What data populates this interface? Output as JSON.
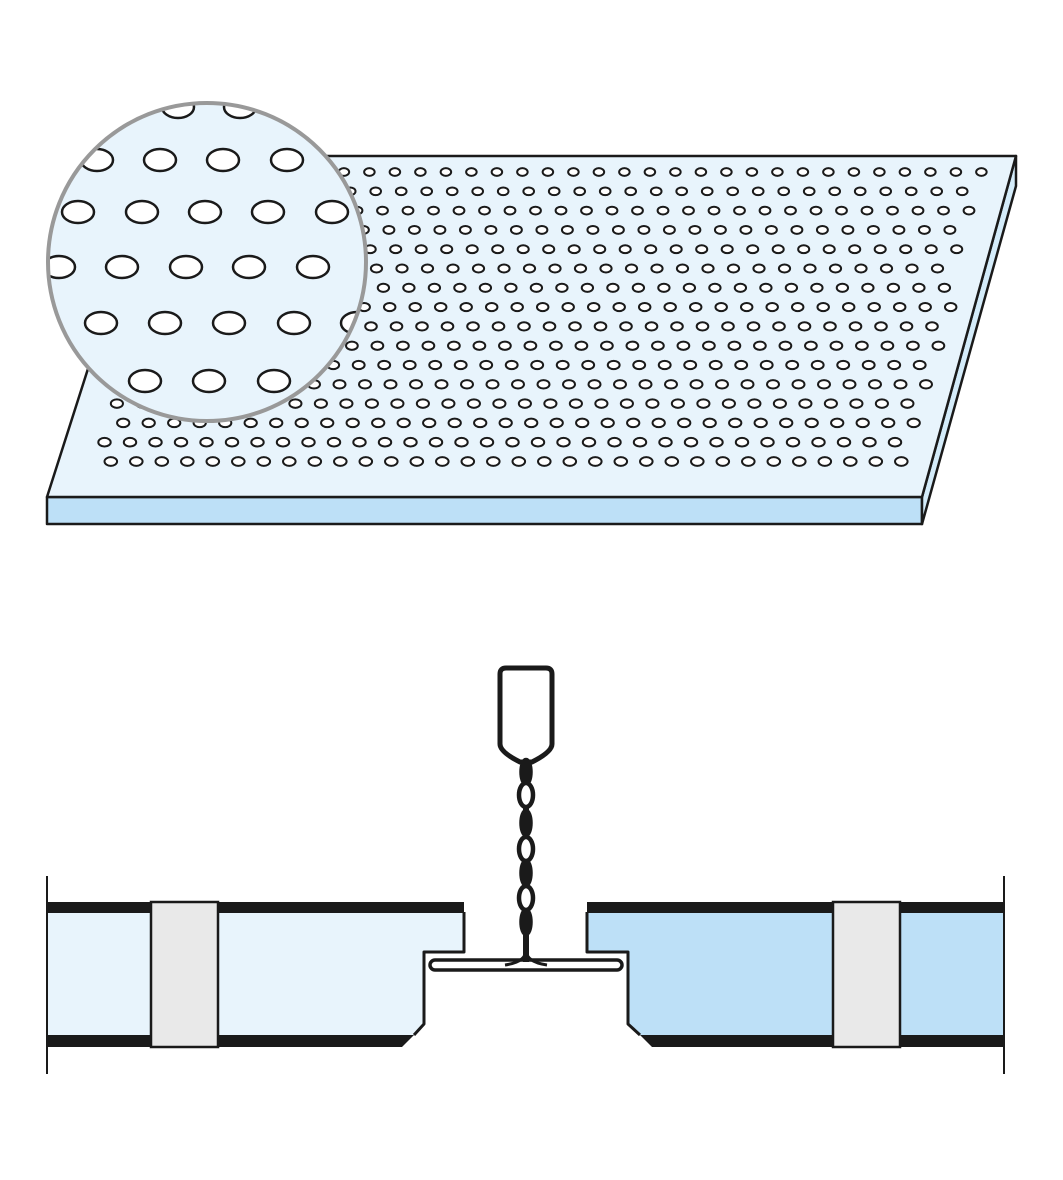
{
  "colors": {
    "panel_top": "#e8f4fc",
    "panel_edge": "#bde0f7",
    "panel_side": "#d4ecfa",
    "outline": "#1a1a1a",
    "magnifier_border": "#999999",
    "hole_fill": "#ffffff",
    "tile_left_core": "#e8f4fc",
    "tile_right_core": "#bde0f7",
    "tile_face": "#1a1a1a",
    "stripe": "#e9e9e9",
    "tee_grid": "#1a1a1a"
  },
  "components": {
    "perforated_panel": "perforated-acoustic-panel",
    "magnifier": "perforation-detail-magnifier",
    "ceiling_section": "suspended-ceiling-cross-section",
    "left_tile": "left-ceiling-tile",
    "right_tile": "right-ceiling-tile",
    "t_profile": "t-profile-grid",
    "hanger": "suspension-hanger"
  }
}
